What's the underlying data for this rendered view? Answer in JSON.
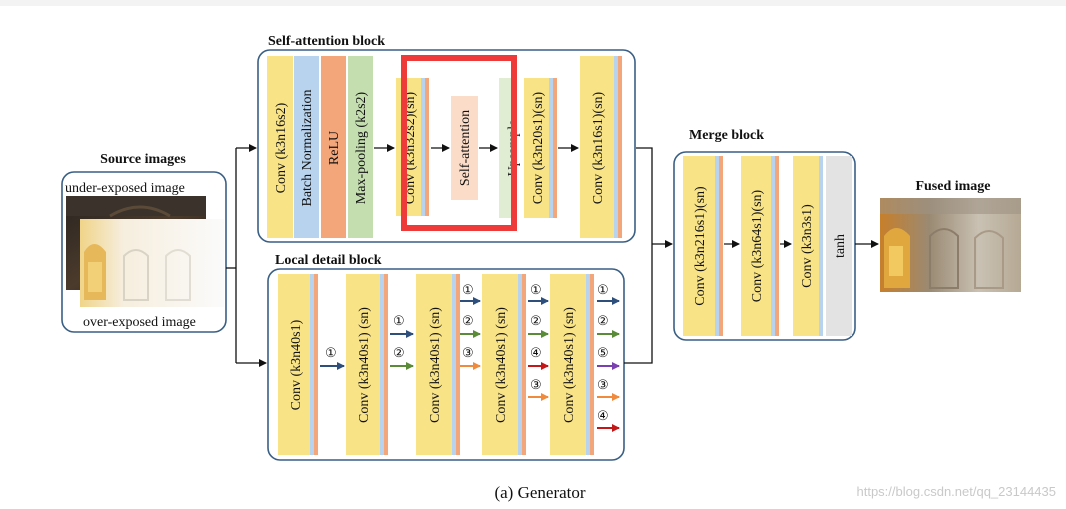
{
  "blocks": {
    "source": {
      "title": "Source images",
      "under_label": "under-exposed image",
      "over_label": "over-exposed image"
    },
    "self_attention": {
      "title": "Self-attention block",
      "layers": [
        "Conv (k3n16s2)",
        "Batch Normalization",
        "ReLU",
        "Max-pooling (k2s2)",
        "Conv (k3n32s2)(sn)",
        "Self-attention",
        "Upsample",
        "Conv (k3n20s1)(sn)",
        "Conv (k3n16s1)(sn)"
      ]
    },
    "local_detail": {
      "title": "Local detail block",
      "layers": [
        "Conv (k3n40s1)",
        "Conv (k3n40s1) (sn)",
        "Conv (k3n40s1) (sn)",
        "Conv (k3n40s1) (sn)",
        "Conv (k3n40s1) (sn)"
      ],
      "skip_markers": [
        "①",
        "②",
        "③",
        "④",
        "⑤"
      ]
    },
    "merge": {
      "title": "Merge block",
      "layers": [
        "Conv (k3n216s1)(sn)",
        "Conv (k3n64s1)(sn)",
        "Conv (k3n3s1)",
        "tanh"
      ]
    },
    "fused": {
      "title": "Fused image"
    }
  },
  "caption": "(a)  Generator",
  "watermark": "https://blog.csdn.net/qq_23144435",
  "colors": {
    "conv": "#f8e387",
    "batch_norm": "#b8d3ee",
    "relu": "#f3a67a",
    "pool": "#c5deb0",
    "self_attention": "#fbdcc8",
    "upsample": "#e0edd2",
    "tanh": "#e3e3e3",
    "block_border": "#3a5f85",
    "highlight": "#ef3a3a",
    "arrow_1": "#2e4f7c",
    "arrow_2": "#5a8b37",
    "arrow_3": "#f08a3c",
    "arrow_4": "#c41818",
    "arrow_5": "#7a3fb0"
  }
}
